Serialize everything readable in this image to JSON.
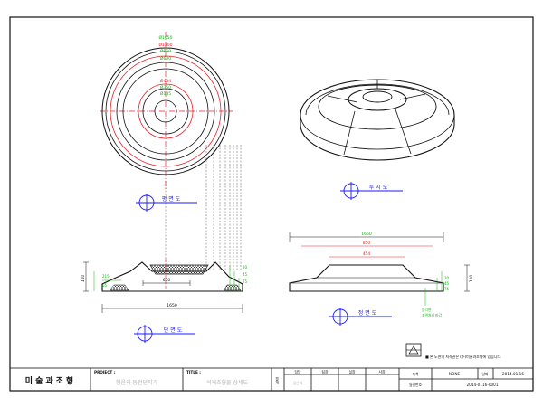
{
  "views": {
    "plan_label": "평면도",
    "perspective_label": "투시도",
    "section_label": "단면도",
    "elevation_label": "정면도"
  },
  "dimensions": {
    "plan": [
      "Ø1650",
      "Ø1300",
      "Ø850",
      "Ø600",
      "Ø454",
      "Ø350",
      "Ø135"
    ],
    "section_overall": "1650",
    "section_mid": "650",
    "section_height": "110",
    "section_left": [
      "215",
      "65"
    ],
    "section_right": [
      "20",
      "45",
      "75"
    ],
    "elev_overall": "1650",
    "elev_mid": "850",
    "elev_top": "454",
    "elev_height": "110",
    "elev_right": [
      "30",
      "45",
      "75"
    ]
  },
  "notes": {
    "elev_note_line1": "운각면",
    "elev_note_line2": "표면처리 마감",
    "copyright": "■ 본 도면의 저작권은 (주)미술과조형에 있습니다."
  },
  "title_block": {
    "company": "미술과조형",
    "project_label": "PROJECT :",
    "project_value": "행운의 동전던지기",
    "title_label": "TITLE :",
    "title_value": "석재조형물 상세도",
    "approval_label": "결재",
    "col_headers": [
      "담당",
      "팀장",
      "실장",
      "사장"
    ],
    "staff_name": "김은혜",
    "scale_label": "축척",
    "scale_value": "NONE",
    "date_label": "날짜",
    "date_value": "2014.01.16",
    "drawing_no_label": "일련번호",
    "drawing_no_value": "2014-0116-0001"
  },
  "colors": {
    "line": "#111111",
    "red": "#e8202a",
    "green": "#12b312",
    "blue": "#1a1aff",
    "light_text": "#b4b4b4"
  }
}
